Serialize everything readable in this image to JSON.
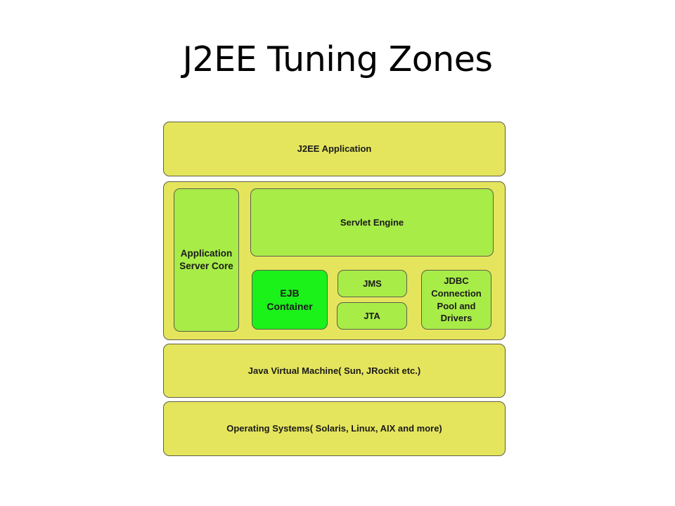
{
  "title": "J2EE Tuning Zones",
  "diagram": {
    "j2ee_application": "J2EE Application",
    "application_server_core": "Application Server Core",
    "servlet_engine": "Servlet Engine",
    "ejb_container": "EJB Container",
    "jms": "JMS",
    "jta": "JTA",
    "jdbc": "JDBC Connection Pool and Drivers",
    "jvm": "Java Virtual Machine( Sun, JRockit etc.)",
    "operating_systems": "Operating Systems( Solaris, Linux, AIX and more)"
  },
  "colors": {
    "layer_fill": "#e5e55d",
    "component_fill": "#a8ec48",
    "highlight_fill": "#1af21a",
    "border": "#5f5f4a"
  }
}
